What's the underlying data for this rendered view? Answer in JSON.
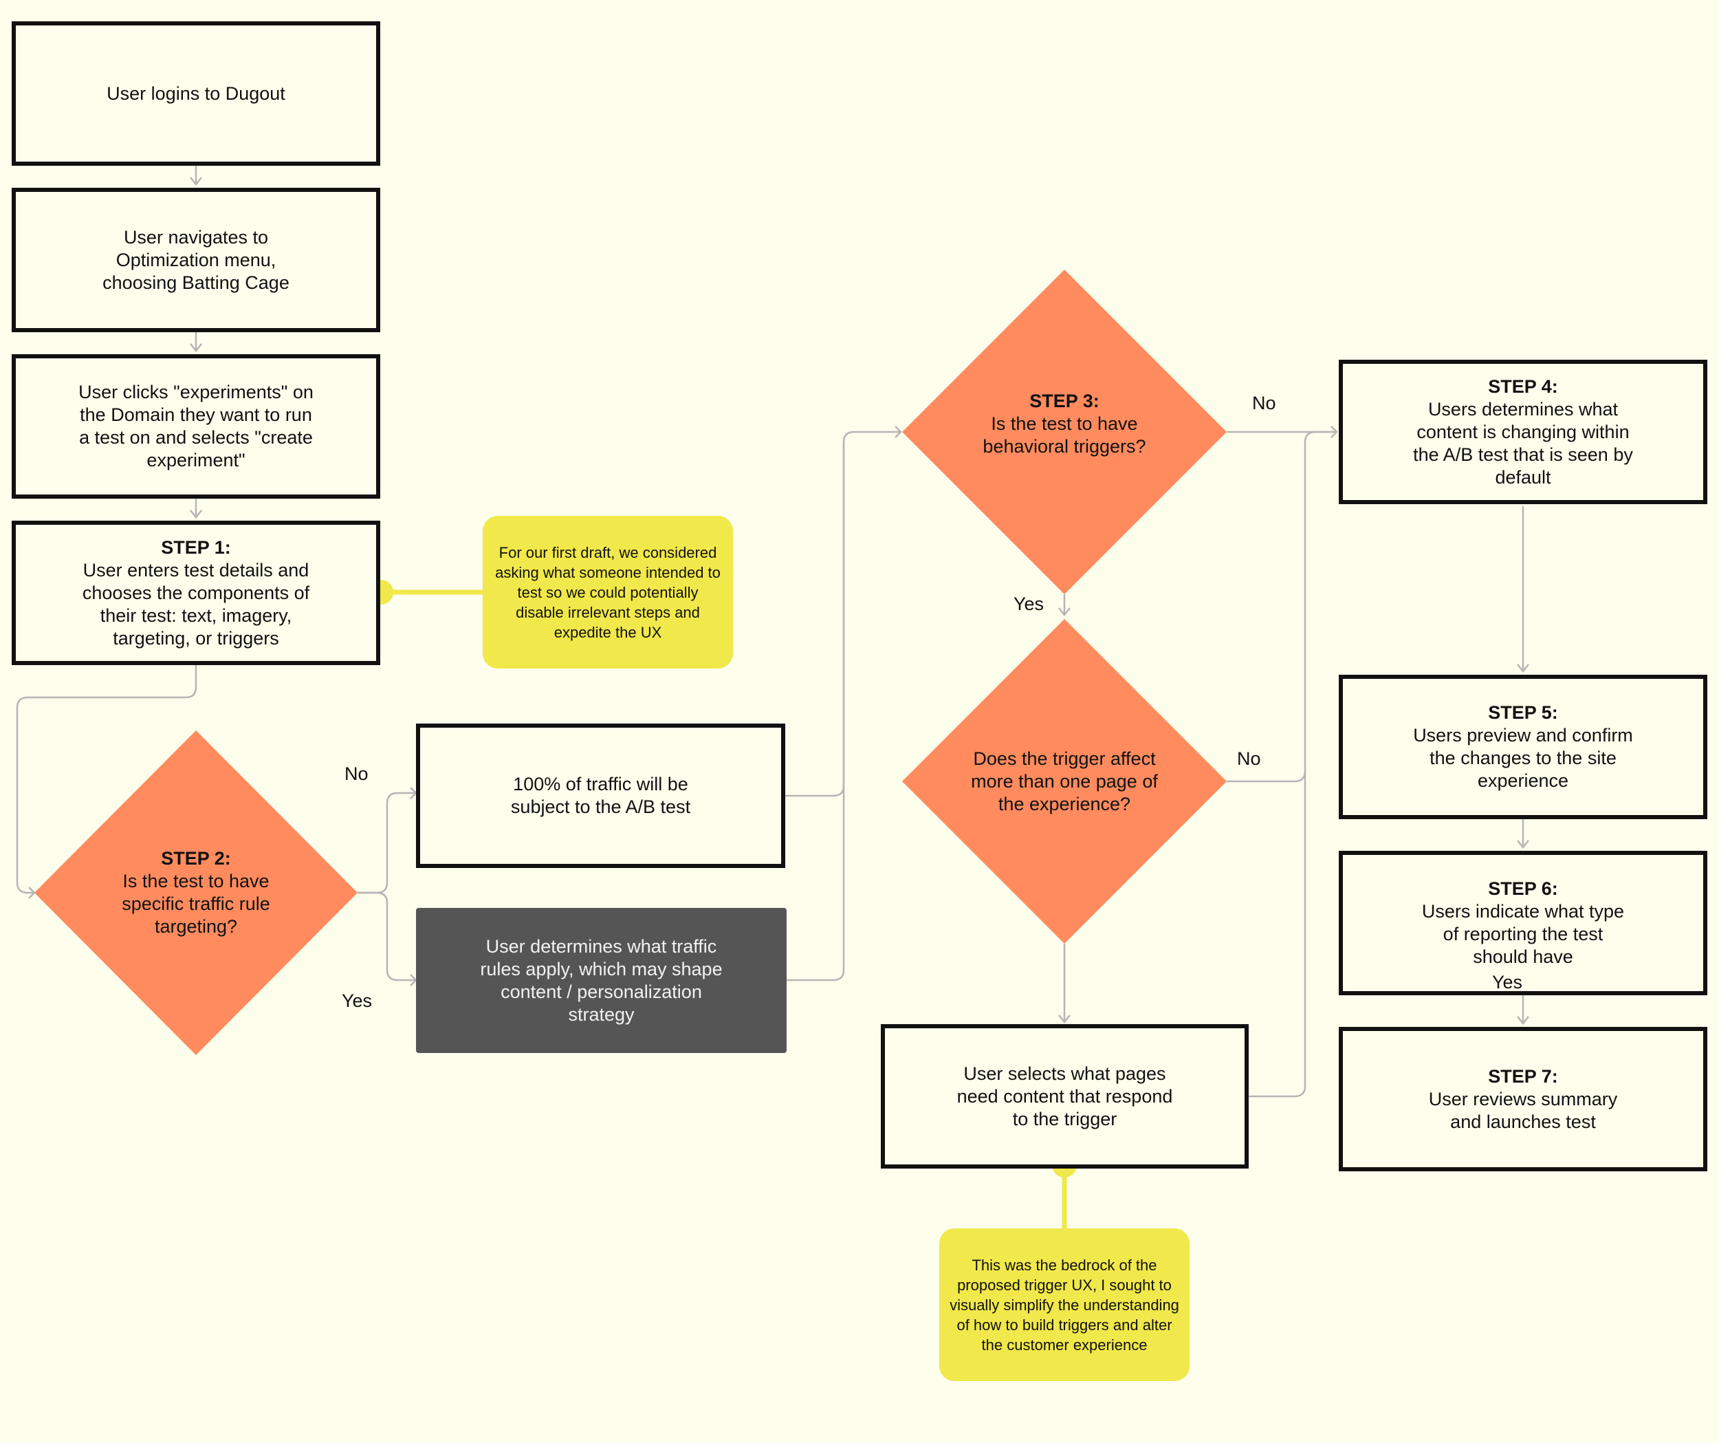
{
  "colors": {
    "background": "#fdfeec",
    "decision": "#ff8b5e",
    "note": "#f1e84b",
    "dark_box": "#555555",
    "connector": "#b5b5b5"
  },
  "boxes": {
    "login": "User logins to Dugout",
    "navigate": "User navigates to Optimization menu, choosing Batting Cage",
    "clicks": "User clicks \"experiments\" on the Domain they want to run a test on and selects \"create experiment\"",
    "step1_label": "STEP 1:",
    "step1_text": "User enters test details and chooses the components of their test: text, imagery, targeting, or triggers",
    "traffic_all": "100% of traffic will be subject to the A/B test",
    "traffic_rules": "User determines what traffic rules apply, which may shape content / personalization strategy",
    "select_pages": "User selects what pages need content that respond to the trigger",
    "step4_label": "STEP 4:",
    "step4_text": "Users determines what content is changing within the A/B test that is seen by default",
    "step5_label": "STEP 5:",
    "step5_text": "Users preview and confirm the changes to the site experience",
    "step6_label": "STEP 6:",
    "step6_text": "Users indicate what type of reporting the test should have",
    "step7_label": "STEP 7:",
    "step7_text": "User reviews summary and launches test"
  },
  "decisions": {
    "step2_label": "STEP 2:",
    "step2_text": "Is the test to have specific traffic rule targeting?",
    "step3_label": "STEP 3:",
    "step3_text": "Is the test to have behavioral triggers?",
    "trigger_text": "Does the trigger affect more than one page of the experience?"
  },
  "labels": {
    "step2_no": "No",
    "step2_yes": "Yes",
    "step3_no": "No",
    "step3_yes": "Yes",
    "trigger_no": "No",
    "step6_yes": "Yes"
  },
  "notes": {
    "first_draft": "For our first draft, we considered asking what someone intended to test so we could potentially disable irrelevant steps and expedite the UX",
    "bedrock": "This was the bedrock of the proposed trigger UX, I sought to visually simplify the understanding of how to build triggers and alter the customer experience"
  }
}
